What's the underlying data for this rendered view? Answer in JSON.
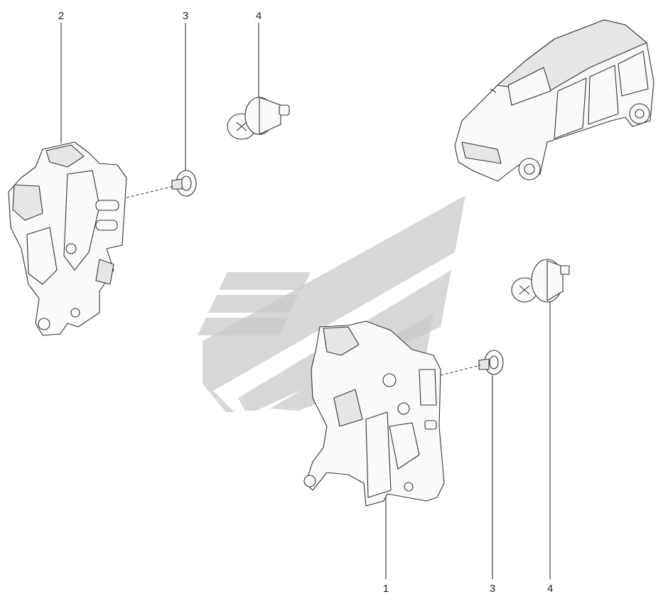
{
  "callouts": {
    "top_lock": "2",
    "top_washer": "3",
    "top_screw": "4",
    "bottom_lock": "1",
    "bottom_washer": "3",
    "bottom_screw": "4"
  },
  "colors": {
    "line": "#333333",
    "part_fill": "#fafafa",
    "watermark": "#c9c9c9",
    "background": "#ffffff"
  }
}
